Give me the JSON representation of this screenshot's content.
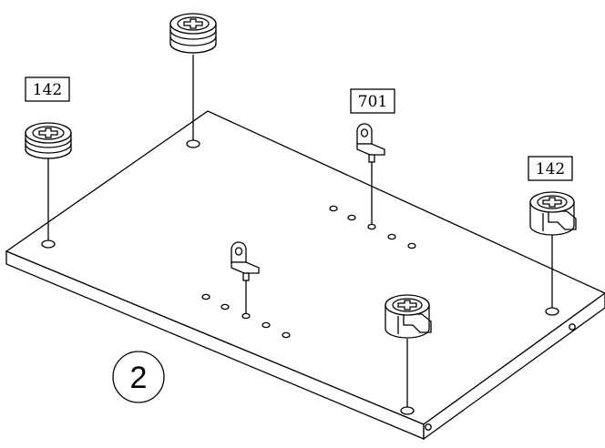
{
  "step": {
    "number": "2"
  },
  "part_labels": {
    "left_cam": "142",
    "shelf_pin": "701",
    "right_cam": "142"
  },
  "colors": {
    "ink": "#000000",
    "paper": "#ffffff"
  },
  "icons": {
    "cam_lock": "cam-lock-icon",
    "cam_housing": "cam-housing-icon",
    "shelf_pin": "shelf-pin-icon"
  }
}
